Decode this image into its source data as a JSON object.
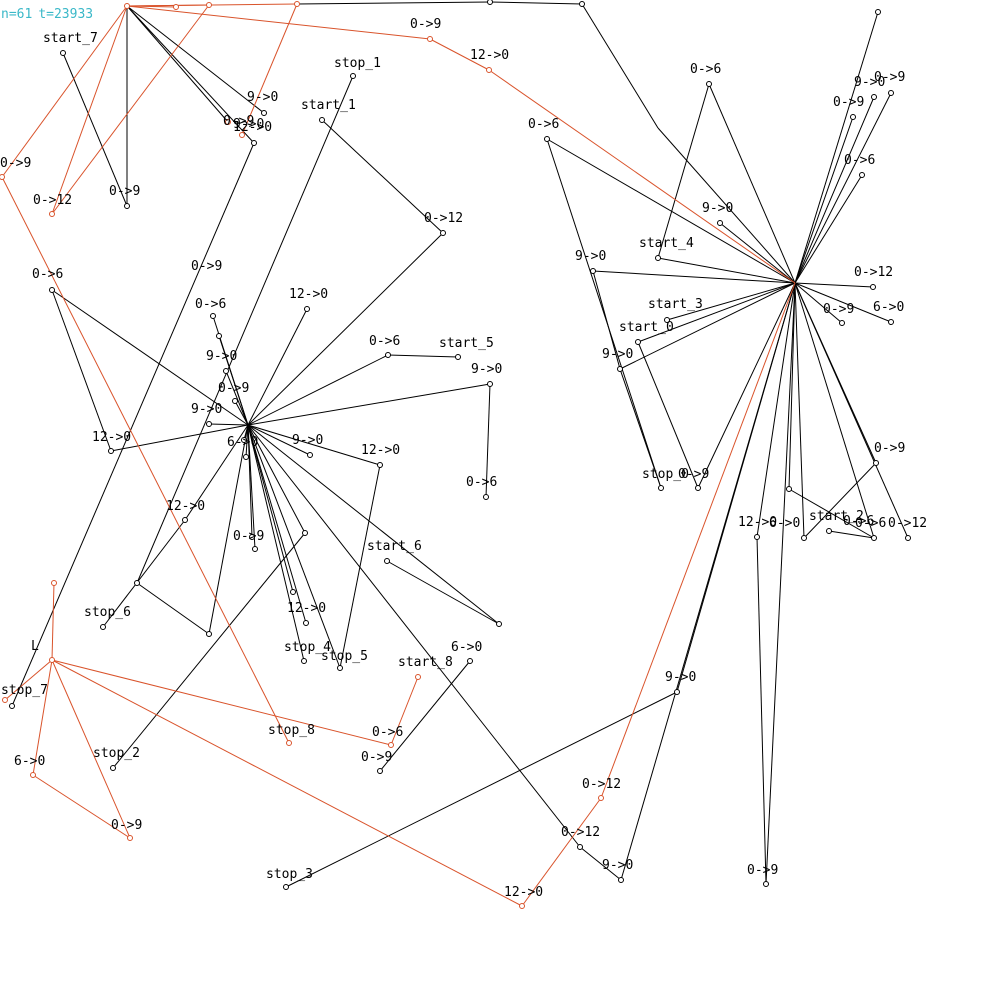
{
  "header": {
    "n": "n=61",
    "t": "t=23933"
  },
  "colors": {
    "black": "#000000",
    "red": "#d9532b",
    "cyan": "#3ab8c8"
  },
  "labels": [
    "start_7",
    "0->12",
    "0->9",
    "9->0",
    "0->9",
    "12->0",
    "0->9",
    "9->0",
    "stop_1",
    "start_1",
    "0->12",
    "0->6",
    "0->6",
    "9->0",
    "0->9",
    "start_4",
    "9->0",
    "0->9",
    "0->6",
    "0->12",
    "start_3",
    "start_0",
    "0->9",
    "6->0",
    "0->9",
    "9->0",
    "0->6",
    "12->0",
    "12->0",
    "0->6",
    "start_5",
    "9->0",
    "0->9",
    "9->0",
    "0->9",
    "9->0",
    "12->0",
    "0->6",
    "stop_0",
    "0->9",
    "9->0",
    "0->6",
    "12->0",
    "6->0",
    "start_2",
    "0->6",
    "0->12",
    "12->0",
    "6->0",
    "0->9",
    "9->0",
    "0->9",
    "start_6",
    "12->0",
    "stop_6",
    "0->6",
    "12->0",
    "stop_4",
    "stop_5",
    "6->0",
    "start_8",
    "9->0",
    "stop_7",
    "stop_8",
    "0->6",
    "stop_2",
    "0->9",
    "6->0",
    "0->9",
    "0->12",
    "0->12",
    "9->0",
    "12->0",
    "stop_3",
    "0->9",
    "L"
  ]
}
